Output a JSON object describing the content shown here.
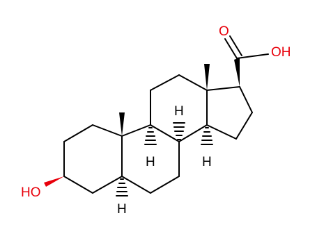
{
  "labels": {
    "carbonyl_oxygen": "O",
    "acid_hydroxyl": "OH",
    "alcohol_hydroxyl": "HO",
    "h_c8": "H",
    "h_c9": "H",
    "h_c14": "H",
    "h_c5": "H"
  },
  "colors": {
    "bond": "#000000",
    "oxygen": "#e8000b",
    "wedge": "#e8000b"
  }
}
